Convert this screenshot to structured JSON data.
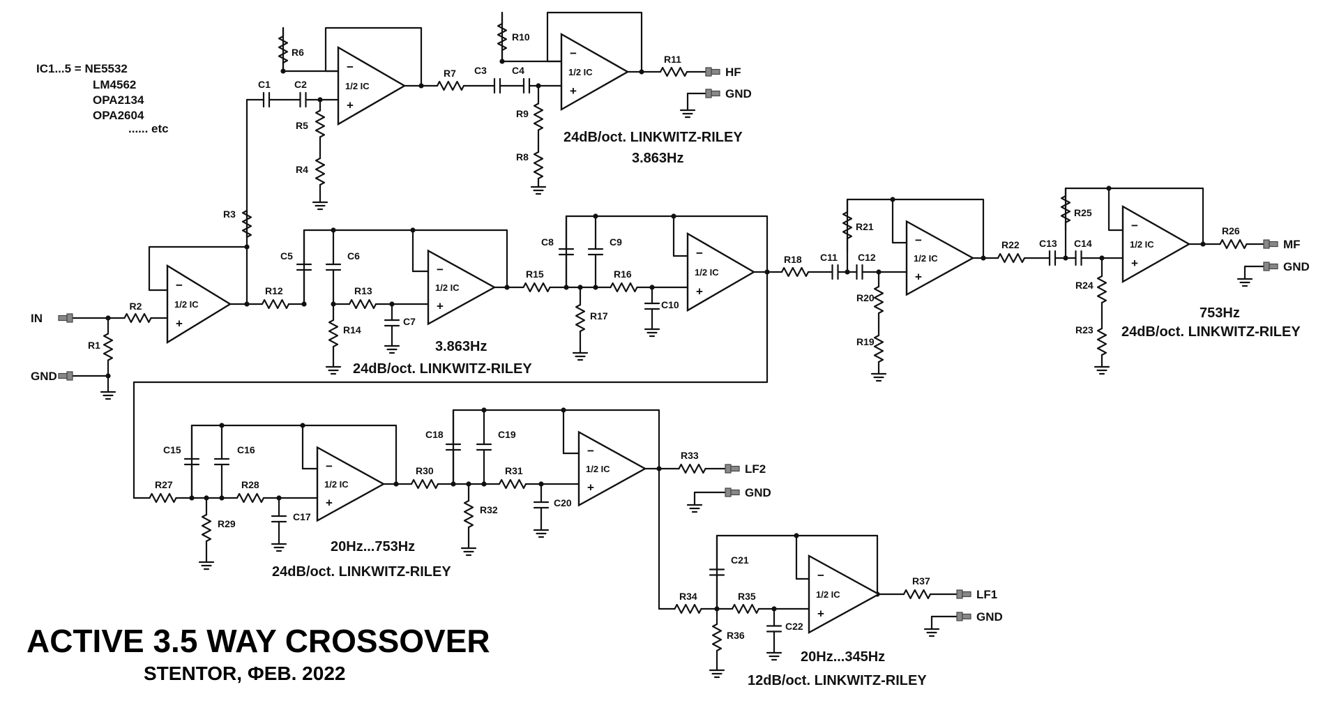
{
  "title": "ACTIVE 3.5 WAY CROSSOVER",
  "subtitle": "STENTOR, ФЕВ. 2022",
  "ic_list": {
    "heading": "IC1...5 = NE5532",
    "alternatives": [
      "LM4562",
      "OPA2134",
      "OPA2604",
      "...... etc"
    ]
  },
  "opamp_label": "1/2 IC",
  "signs": {
    "minus": "−",
    "plus": "+"
  },
  "ports": {
    "in": "IN",
    "gnd": "GND",
    "hf": "HF",
    "mf": "MF",
    "lf2": "LF2",
    "lf1": "LF1"
  },
  "filter_notes": {
    "hf_slope": "24dB/oct. LINKWITZ-RILEY",
    "hf_freq": "3.863Hz",
    "low1_freq": "3.863Hz",
    "low1_slope": "24dB/oct. LINKWITZ-RILEY",
    "mf_freq": "753Hz",
    "mf_slope": "24dB/oct. LINKWITZ-RILEY",
    "lf2_freq": "20Hz...753Hz",
    "lf2_slope": "24dB/oct. LINKWITZ-RILEY",
    "lf1_freq": "20Hz...345Hz",
    "lf1_slope": "12dB/oct. LINKWITZ-RILEY"
  },
  "resistors": [
    "R1",
    "R2",
    "R3",
    "R4",
    "R5",
    "R6",
    "R7",
    "R8",
    "R9",
    "R10",
    "R11",
    "R12",
    "R13",
    "R14",
    "R15",
    "R16",
    "R17",
    "R18",
    "R19",
    "R20",
    "R21",
    "R22",
    "R23",
    "R24",
    "R25",
    "R26",
    "R27",
    "R28",
    "R29",
    "R30",
    "R31",
    "R32",
    "R33",
    "R34",
    "R35",
    "R36",
    "R37"
  ],
  "capacitors": [
    "C1",
    "C2",
    "C3",
    "C4",
    "C5",
    "C6",
    "C7",
    "C8",
    "C9",
    "C10",
    "C11",
    "C12",
    "C13",
    "C14",
    "C15",
    "C16",
    "C17",
    "C18",
    "C19",
    "C20",
    "C21",
    "C22"
  ]
}
